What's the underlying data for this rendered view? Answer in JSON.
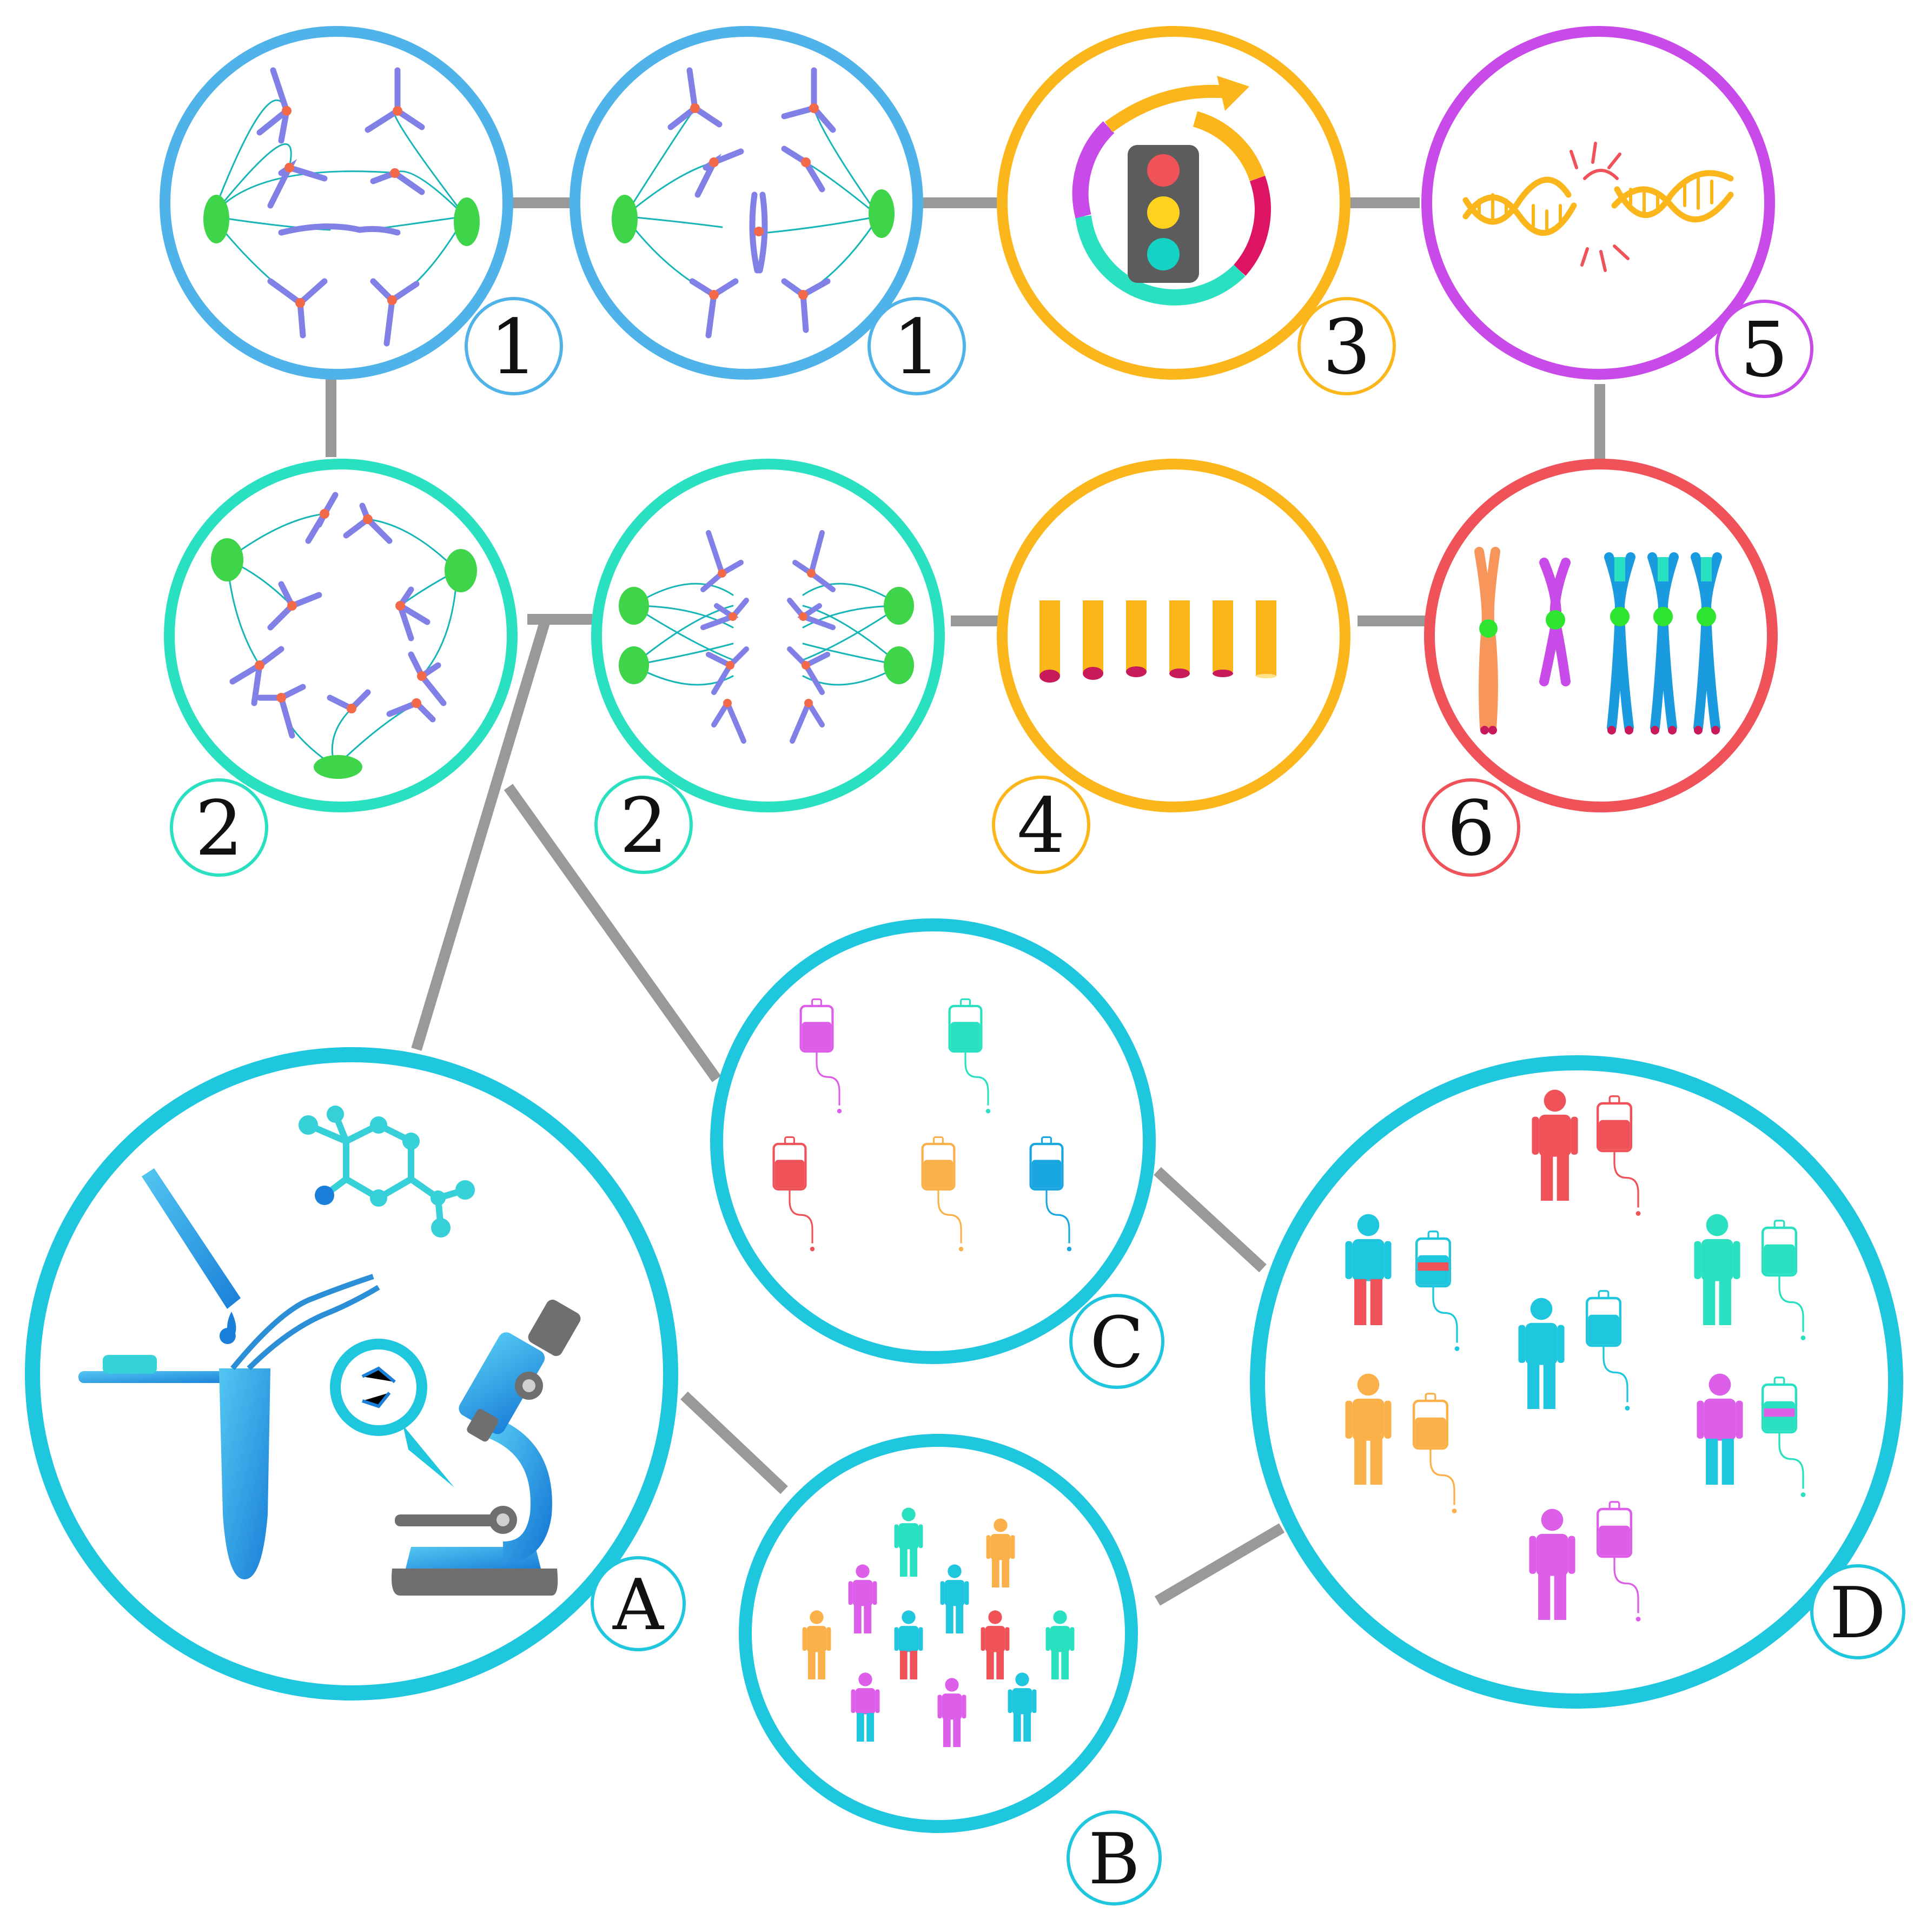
{
  "colors": {
    "blue": "#4fb3ea",
    "teal": "#29e0c0",
    "orange": "#fbb61c",
    "purple": "#c84ae8",
    "red": "#f0525a",
    "cyan": "#1ec6de",
    "connector": "#999999",
    "chromosome": "#8080e6",
    "centromere": "#f26a4a",
    "spindle_pole": "#3ed54a",
    "fiber": "#17b5b5"
  },
  "labels": {
    "n1a": "1",
    "n1b": "1",
    "n3": "3",
    "n5": "5",
    "n2a": "2",
    "n2b": "2",
    "n4": "4",
    "n6": "6",
    "A": "A",
    "B": "B",
    "C": "C",
    "D": "D"
  },
  "icons": {
    "n1a": "metaphase-lagging-chromosome-icon",
    "n1b": "metaphase-misaligned-chromosome-icon",
    "n3": "cell-cycle-checkpoint-traffic-light-icon",
    "n5": "dna-double-strand-break-icon",
    "n2a": "multipolar-spindle-icon",
    "n2b": "centrosome-amplification-icon",
    "n4": "telomere-shortening-icon",
    "n6": "chromosome-aneuploidy-icon",
    "A": "laboratory-research-icon",
    "B": "patient-population-icon",
    "C": "iv-drug-bags-icon",
    "D": "personalized-therapy-icon"
  }
}
